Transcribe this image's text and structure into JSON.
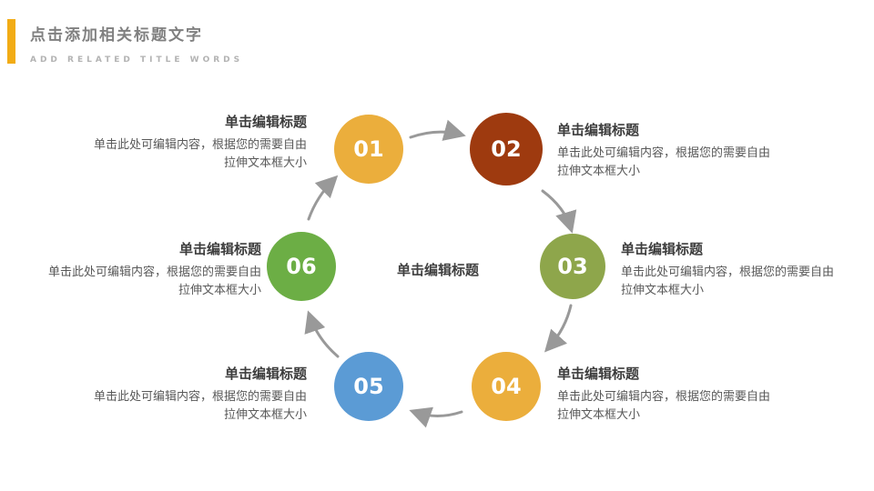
{
  "header": {
    "title": "点击添加相关标题文字",
    "subtitle": "ADD RELATED TITLE WORDS",
    "accent_color": "#F2AC15"
  },
  "diagram": {
    "center_label": "单击编辑标题",
    "arrow_color": "#999999",
    "steps": [
      {
        "number": "01",
        "color": "#EBAE3C",
        "title": "单击编辑标题",
        "body": "单击此处可编辑内容，根据您的需要自由拉伸文本框大小"
      },
      {
        "number": "02",
        "color": "#9E3A0F",
        "title": "单击编辑标题",
        "body": "单击此处可编辑内容，根据您的需要自由拉伸文本框大小"
      },
      {
        "number": "03",
        "color": "#8EA64B",
        "title": "单击编辑标题",
        "body": "单击此处可编辑内容，根据您的需要自由拉伸文本框大小"
      },
      {
        "number": "04",
        "color": "#EBAE3C",
        "title": "单击编辑标题",
        "body": "单击此处可编辑内容，根据您的需要自由拉伸文本框大小"
      },
      {
        "number": "05",
        "color": "#5B9BD5",
        "title": "单击编辑标题",
        "body": "单击此处可编辑内容，根据您的需要自由拉伸文本框大小"
      },
      {
        "number": "06",
        "color": "#6CAE45",
        "title": "单击编辑标题",
        "body": "单击此处可编辑内容，根据您的需要自由拉伸文本框大小"
      }
    ]
  }
}
